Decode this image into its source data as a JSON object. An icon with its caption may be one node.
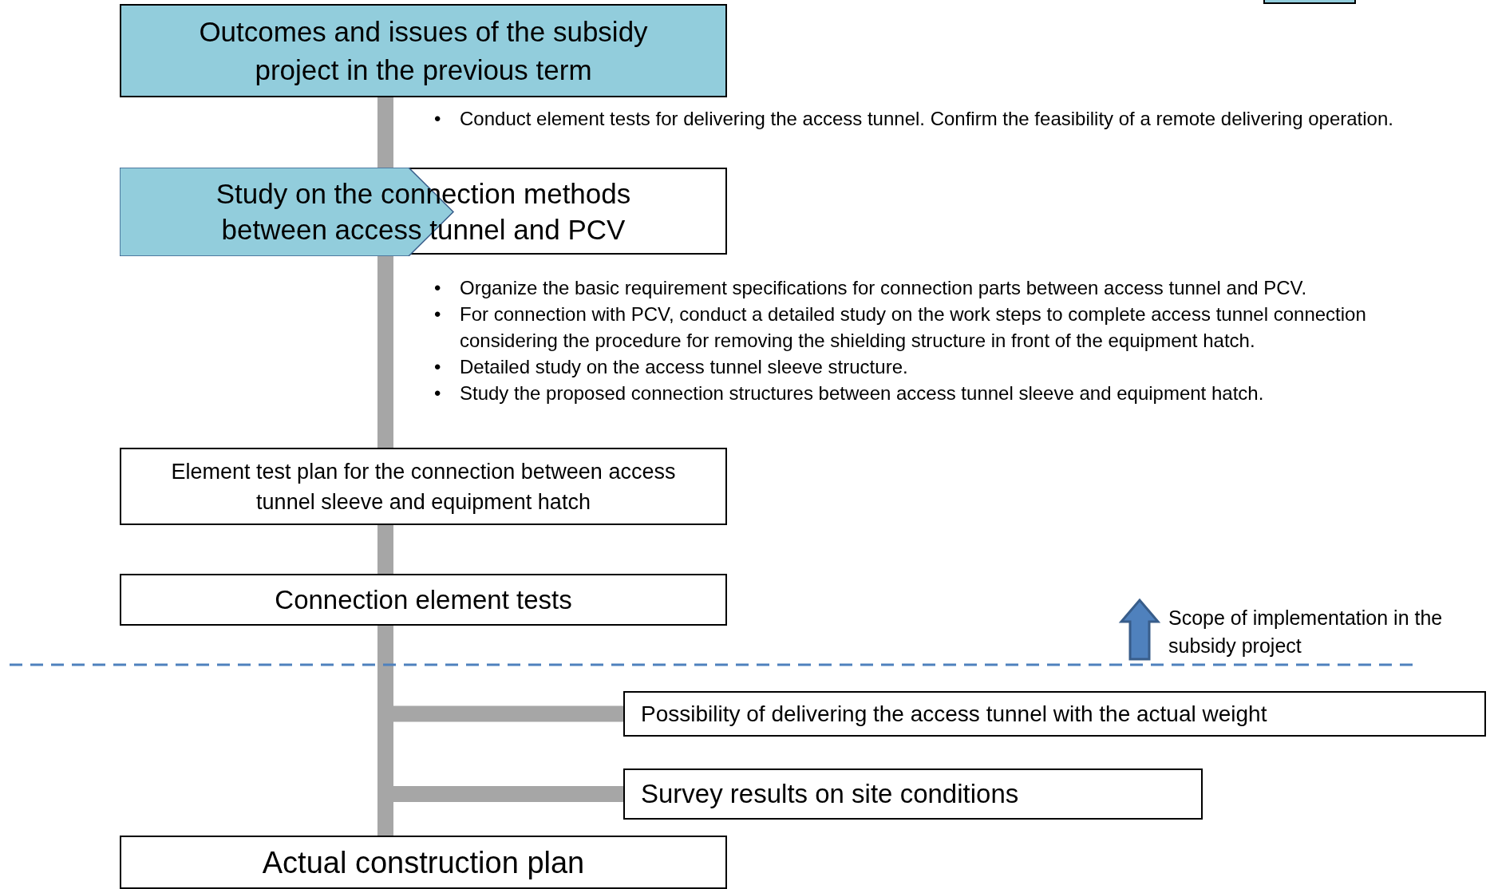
{
  "diagram": {
    "nodes": [
      {
        "text": [
          "Outcomes and issues of the subsidy project in the previous term"
        ]
      },
      {
        "text": [
          "Study on the connection methods between access tunnel and PCV"
        ]
      },
      {
        "text": [
          "Element test plan for the connection between access tunnel sleeve and equipment hatch"
        ]
      },
      {
        "text": [
          "Connection element tests"
        ]
      },
      {
        "text": [
          "Possibility of delivering the access tunnel with the actual weight"
        ]
      },
      {
        "text": [
          "Survey results on site conditions"
        ]
      },
      {
        "text": [
          "Actual construction plan"
        ]
      },
      {
        "text": [],
        "shape": "box"
      }
    ],
    "edges": [
      {
        "from": 0,
        "to": 1,
        "arrow": "none"
      },
      {
        "from": 1,
        "to": 2,
        "arrow": "none"
      },
      {
        "from": 2,
        "to": 3,
        "arrow": "none"
      },
      {
        "from": 3,
        "to": 6,
        "arrow": "none"
      },
      {
        "from": 4,
        "to": 6,
        "arrow": "none"
      },
      {
        "from": 5,
        "to": 6,
        "arrow": "none"
      }
    ],
    "labels": [
      "•",
      "Conduct element tests for delivering the access tunnel. Confirm the feasibility of a remote delivering operation.",
      "•",
      "Organize the basic requirement specifications for connection parts between access tunnel and PCV.",
      "•",
      "For connection with PCV, conduct a detailed study on the work steps to complete access tunnel connection considering the procedure for removing the shielding structure in front of the equipment hatch.",
      "•",
      "Detailed study on the access tunnel sleeve structure.",
      "•",
      "Study the proposed connection structures between access tunnel sleeve and equipment hatch.",
      "Scope of implementation in the subsidy project"
    ]
  }
}
